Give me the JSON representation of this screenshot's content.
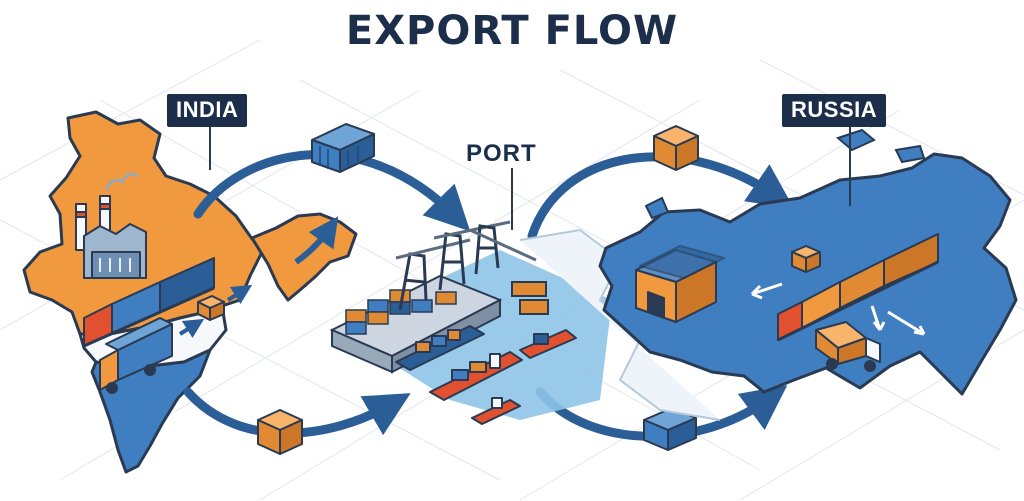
{
  "title": "EXPORT FLOW",
  "labels": {
    "origin": "INDIA",
    "hub": "PORT",
    "destination": "RUSSIA"
  },
  "colors": {
    "navy": "#1c2e4a",
    "blue": "#3f7ec0",
    "deep_blue": "#2b5e96",
    "orange": "#f0993e",
    "light_blue": "#bcd6ef",
    "sea": "#8fc4e8",
    "grid": "#dfe5ec"
  },
  "icons": [
    "factory-icon",
    "freight-train-icon",
    "truck-icon",
    "shipping-container-icon",
    "cardboard-box-icon",
    "port-crane-icon",
    "cargo-ship-icon",
    "warehouse-icon",
    "flow-arrow-icon"
  ]
}
